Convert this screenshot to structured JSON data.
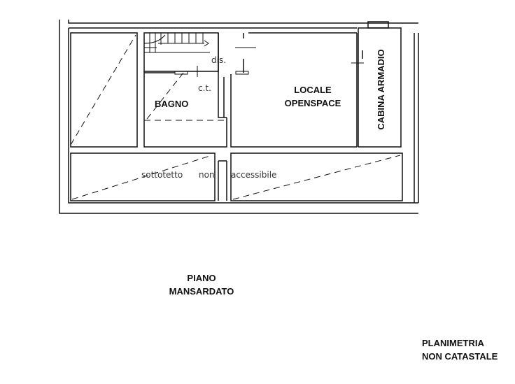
{
  "rooms": {
    "bagno": "BAGNO",
    "locale_line1": "LOCALE",
    "locale_line2": "OPENSPACE",
    "cabina": "CABINA ARMADIO",
    "dis": "dis.",
    "ct": "c.t."
  },
  "sottotetto": {
    "word1": "sottotetto",
    "word2": "non",
    "word3": "accessibile"
  },
  "floor_title": {
    "line1": "PIANO",
    "line2": "MANSARDATO"
  },
  "note": {
    "line1": "PLANIMETRIA",
    "line2": "NON CATASTALE"
  }
}
